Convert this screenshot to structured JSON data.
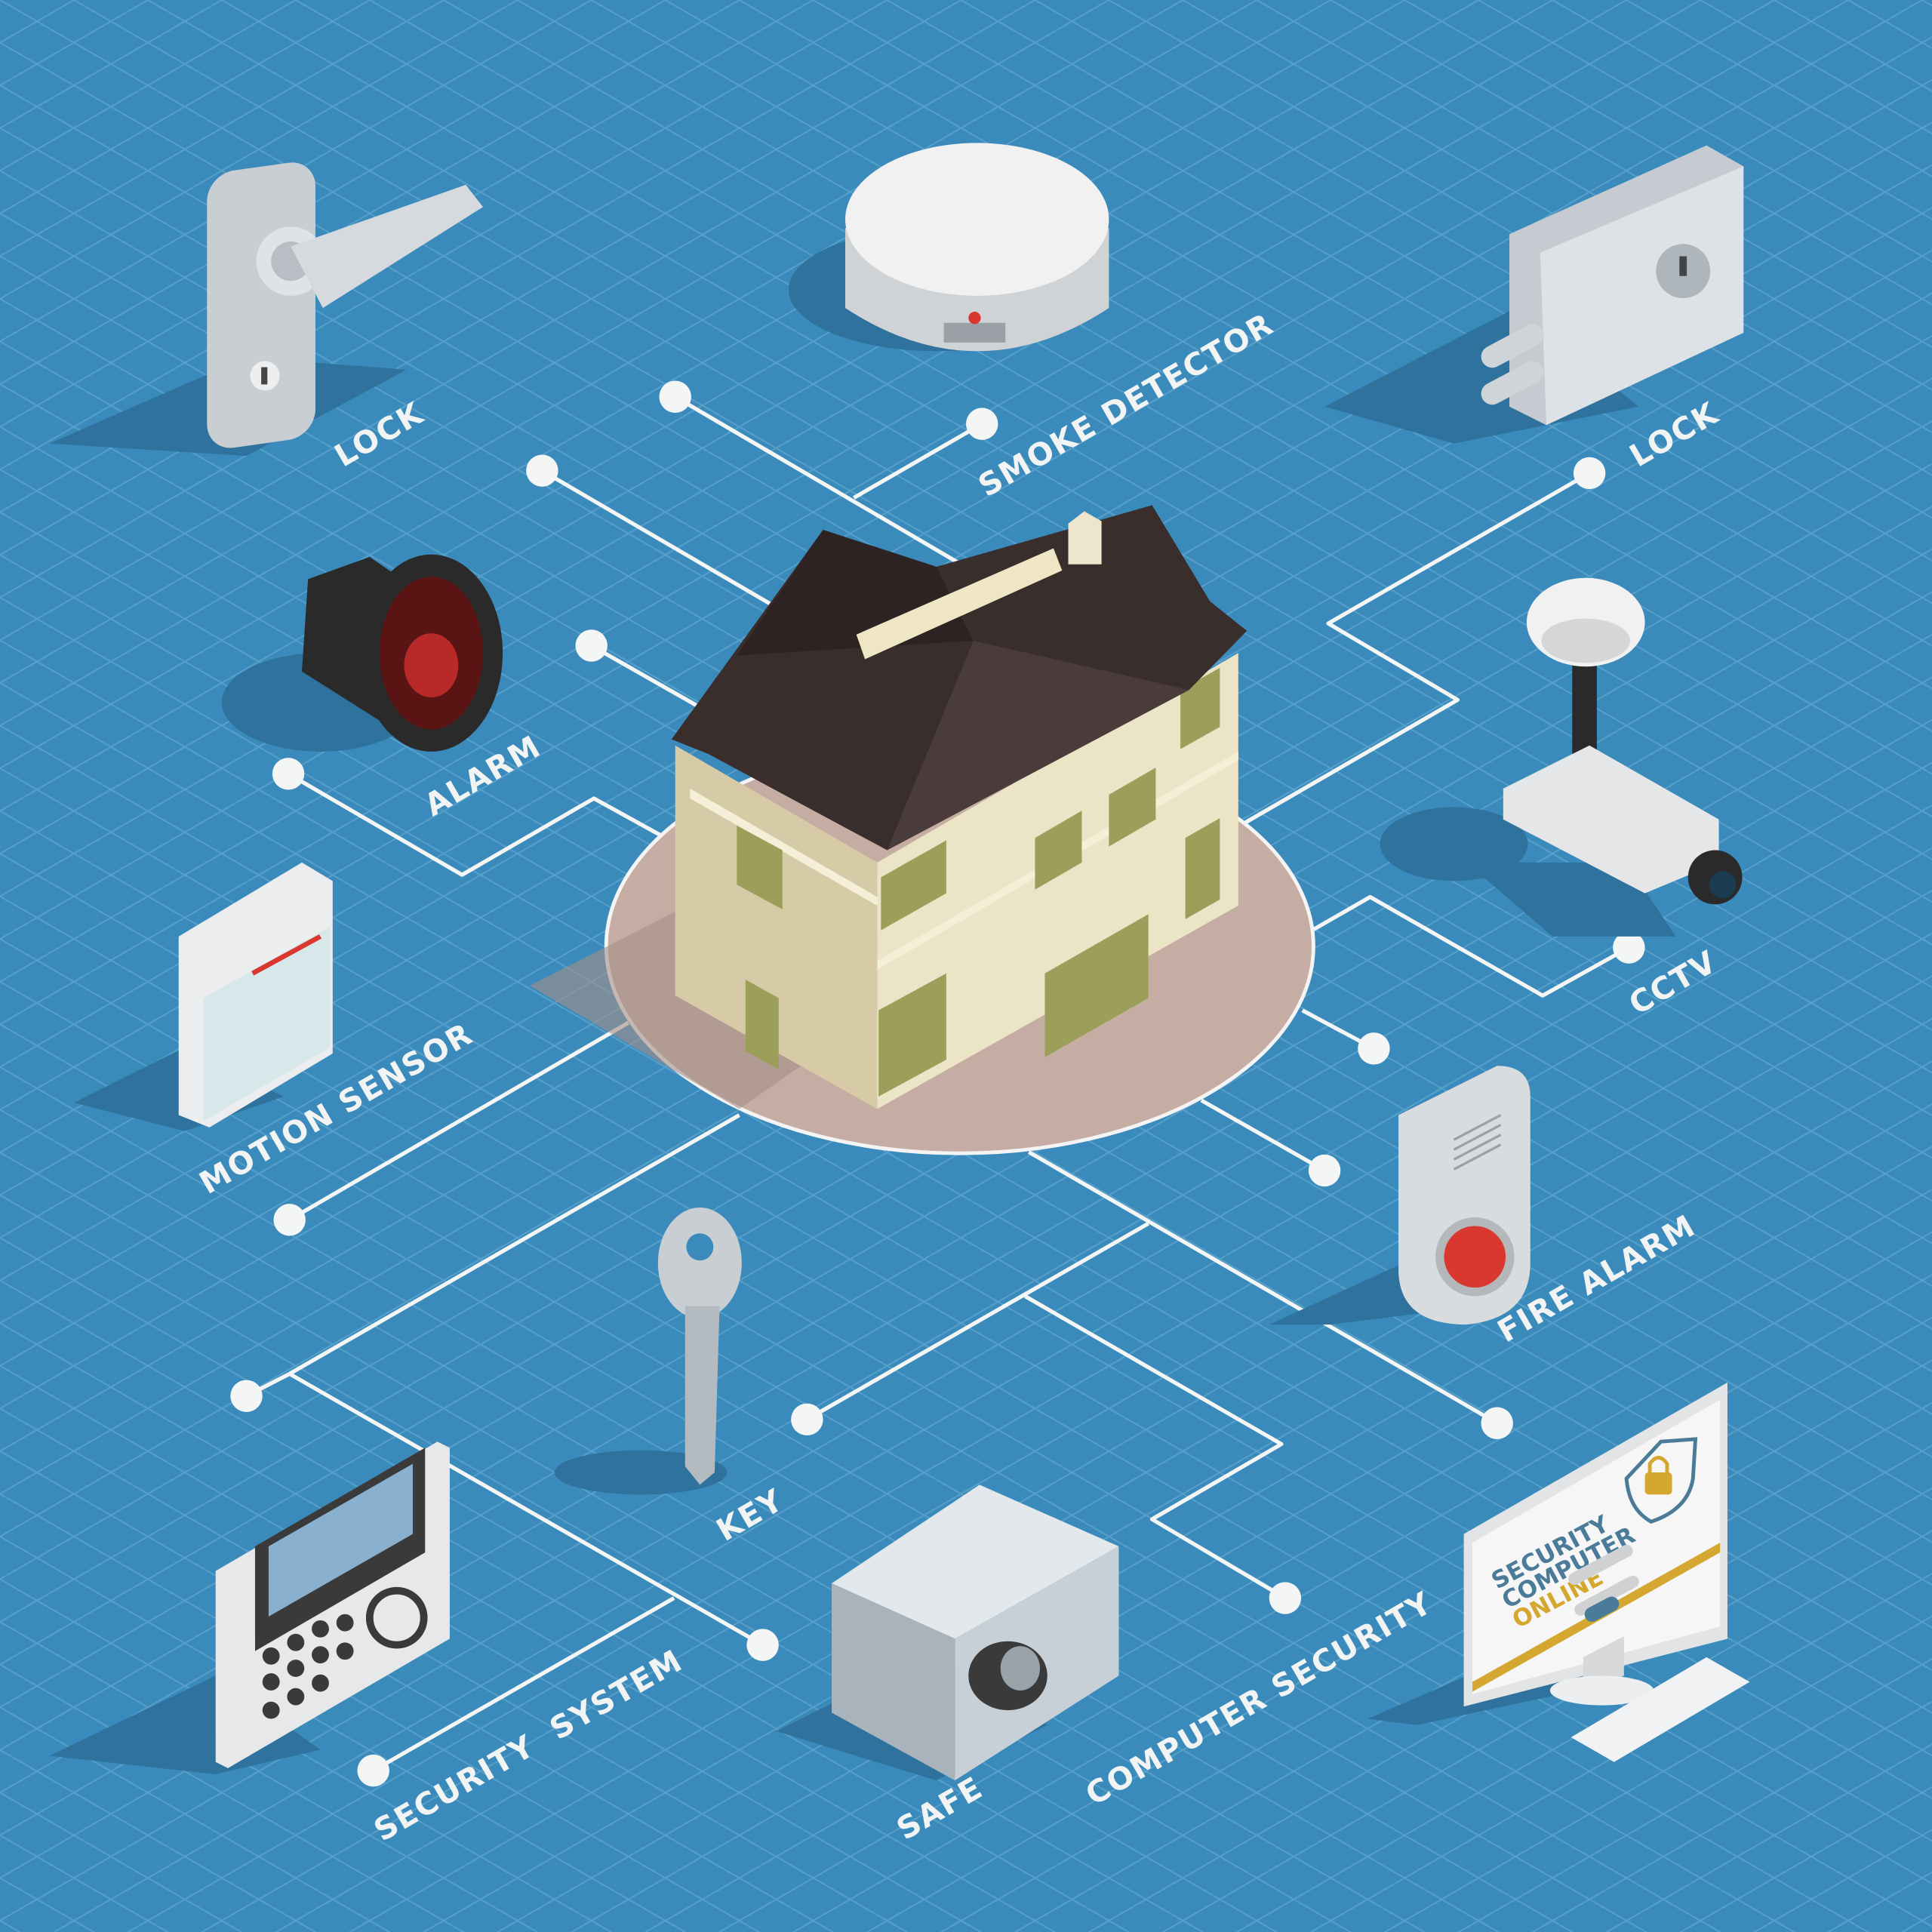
{
  "colors": {
    "background": "#3a8bbb",
    "grid": "#5aa2cc",
    "lines": "#f4f6f6",
    "shadow": "#2f729e",
    "roof": "#3a2e2d",
    "wall": "#ece4c6",
    "base": "#c5ada3",
    "accent_red": "#d8382f",
    "screen_gold": "#d4a830",
    "screen_blue": "#4a7c99"
  },
  "labels": {
    "lock_left": "LOCK",
    "smoke_detector": "SMOKE DETECTOR",
    "lock_right": "LOCK",
    "alarm": "ALARM",
    "cctv": "CCTV",
    "motion_sensor": "MOTION SENSOR",
    "fire_alarm": "FIRE ALARM",
    "key": "KEY",
    "computer_security": "COMPUTER SECURITY",
    "security_system": "SECURITY  SYSTEM",
    "safe": "SAFE"
  },
  "monitor_screen": {
    "line1": "SECURITY",
    "line2": "COMPUTER",
    "line3": "ONLINE",
    "icon": "shield-padlock-icon"
  }
}
